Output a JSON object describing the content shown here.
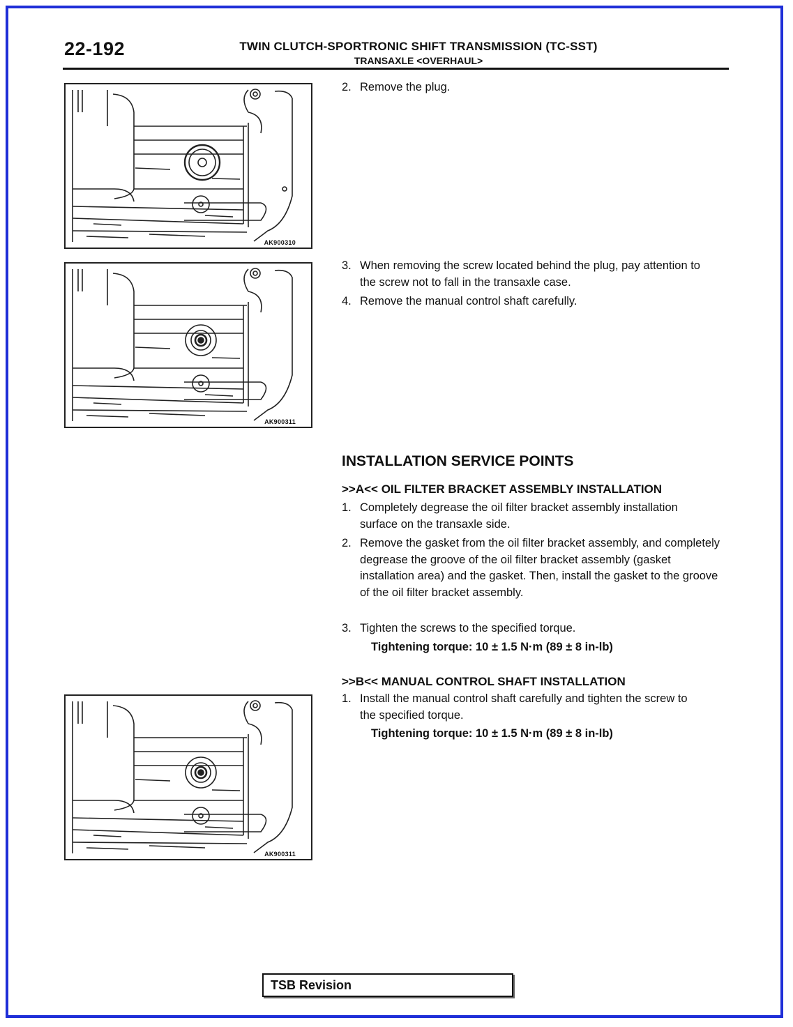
{
  "header": {
    "page_number": "22-192",
    "title": "TWIN CLUTCH-SPORTRONIC SHIFT TRANSMISSION (TC-SST)",
    "subtitle": "TRANSAXLE <OVERHAUL>"
  },
  "figures": [
    {
      "code": "AK900310",
      "variant": "plug"
    },
    {
      "code": "AK900311",
      "variant": "shaft"
    },
    {
      "code": "AK900311",
      "variant": "shaft"
    }
  ],
  "removal_steps": [
    {
      "num": "2.",
      "text": "Remove the plug."
    },
    {
      "num": "3.",
      "text": "When removing the screw located behind the plug, pay attention to the screw not to fall in the transaxle case."
    },
    {
      "num": "4.",
      "text": "Remove the manual control shaft carefully."
    }
  ],
  "installation": {
    "title": "INSTALLATION SERVICE POINTS",
    "section_a": {
      "title": ">>A<< OIL FILTER BRACKET ASSEMBLY INSTALLATION",
      "steps": [
        {
          "num": "1.",
          "text": "Completely degrease the oil filter bracket assembly installation surface on the transaxle side."
        },
        {
          "num": "2.",
          "text": "Remove the gasket from the oil filter bracket assembly, and completely degrease the groove of the oil filter bracket assembly (gasket installation area) and the gasket. Then, install the gasket to the groove of the oil filter bracket assembly."
        },
        {
          "num": "3.",
          "text": "Tighten the screws to the specified torque."
        }
      ],
      "torque": "Tightening torque: 10 ± 1.5 N·m (89 ± 8 in-lb)"
    },
    "section_b": {
      "title": ">>B<< MANUAL CONTROL SHAFT INSTALLATION",
      "steps": [
        {
          "num": "1.",
          "text": "Install the manual control shaft carefully and tighten the screw to the specified torque."
        }
      ],
      "torque": "Tightening torque: 10 ± 1.5 N·m (89 ± 8 in-lb)"
    }
  },
  "footer": {
    "tsb_label": "TSB Revision"
  }
}
